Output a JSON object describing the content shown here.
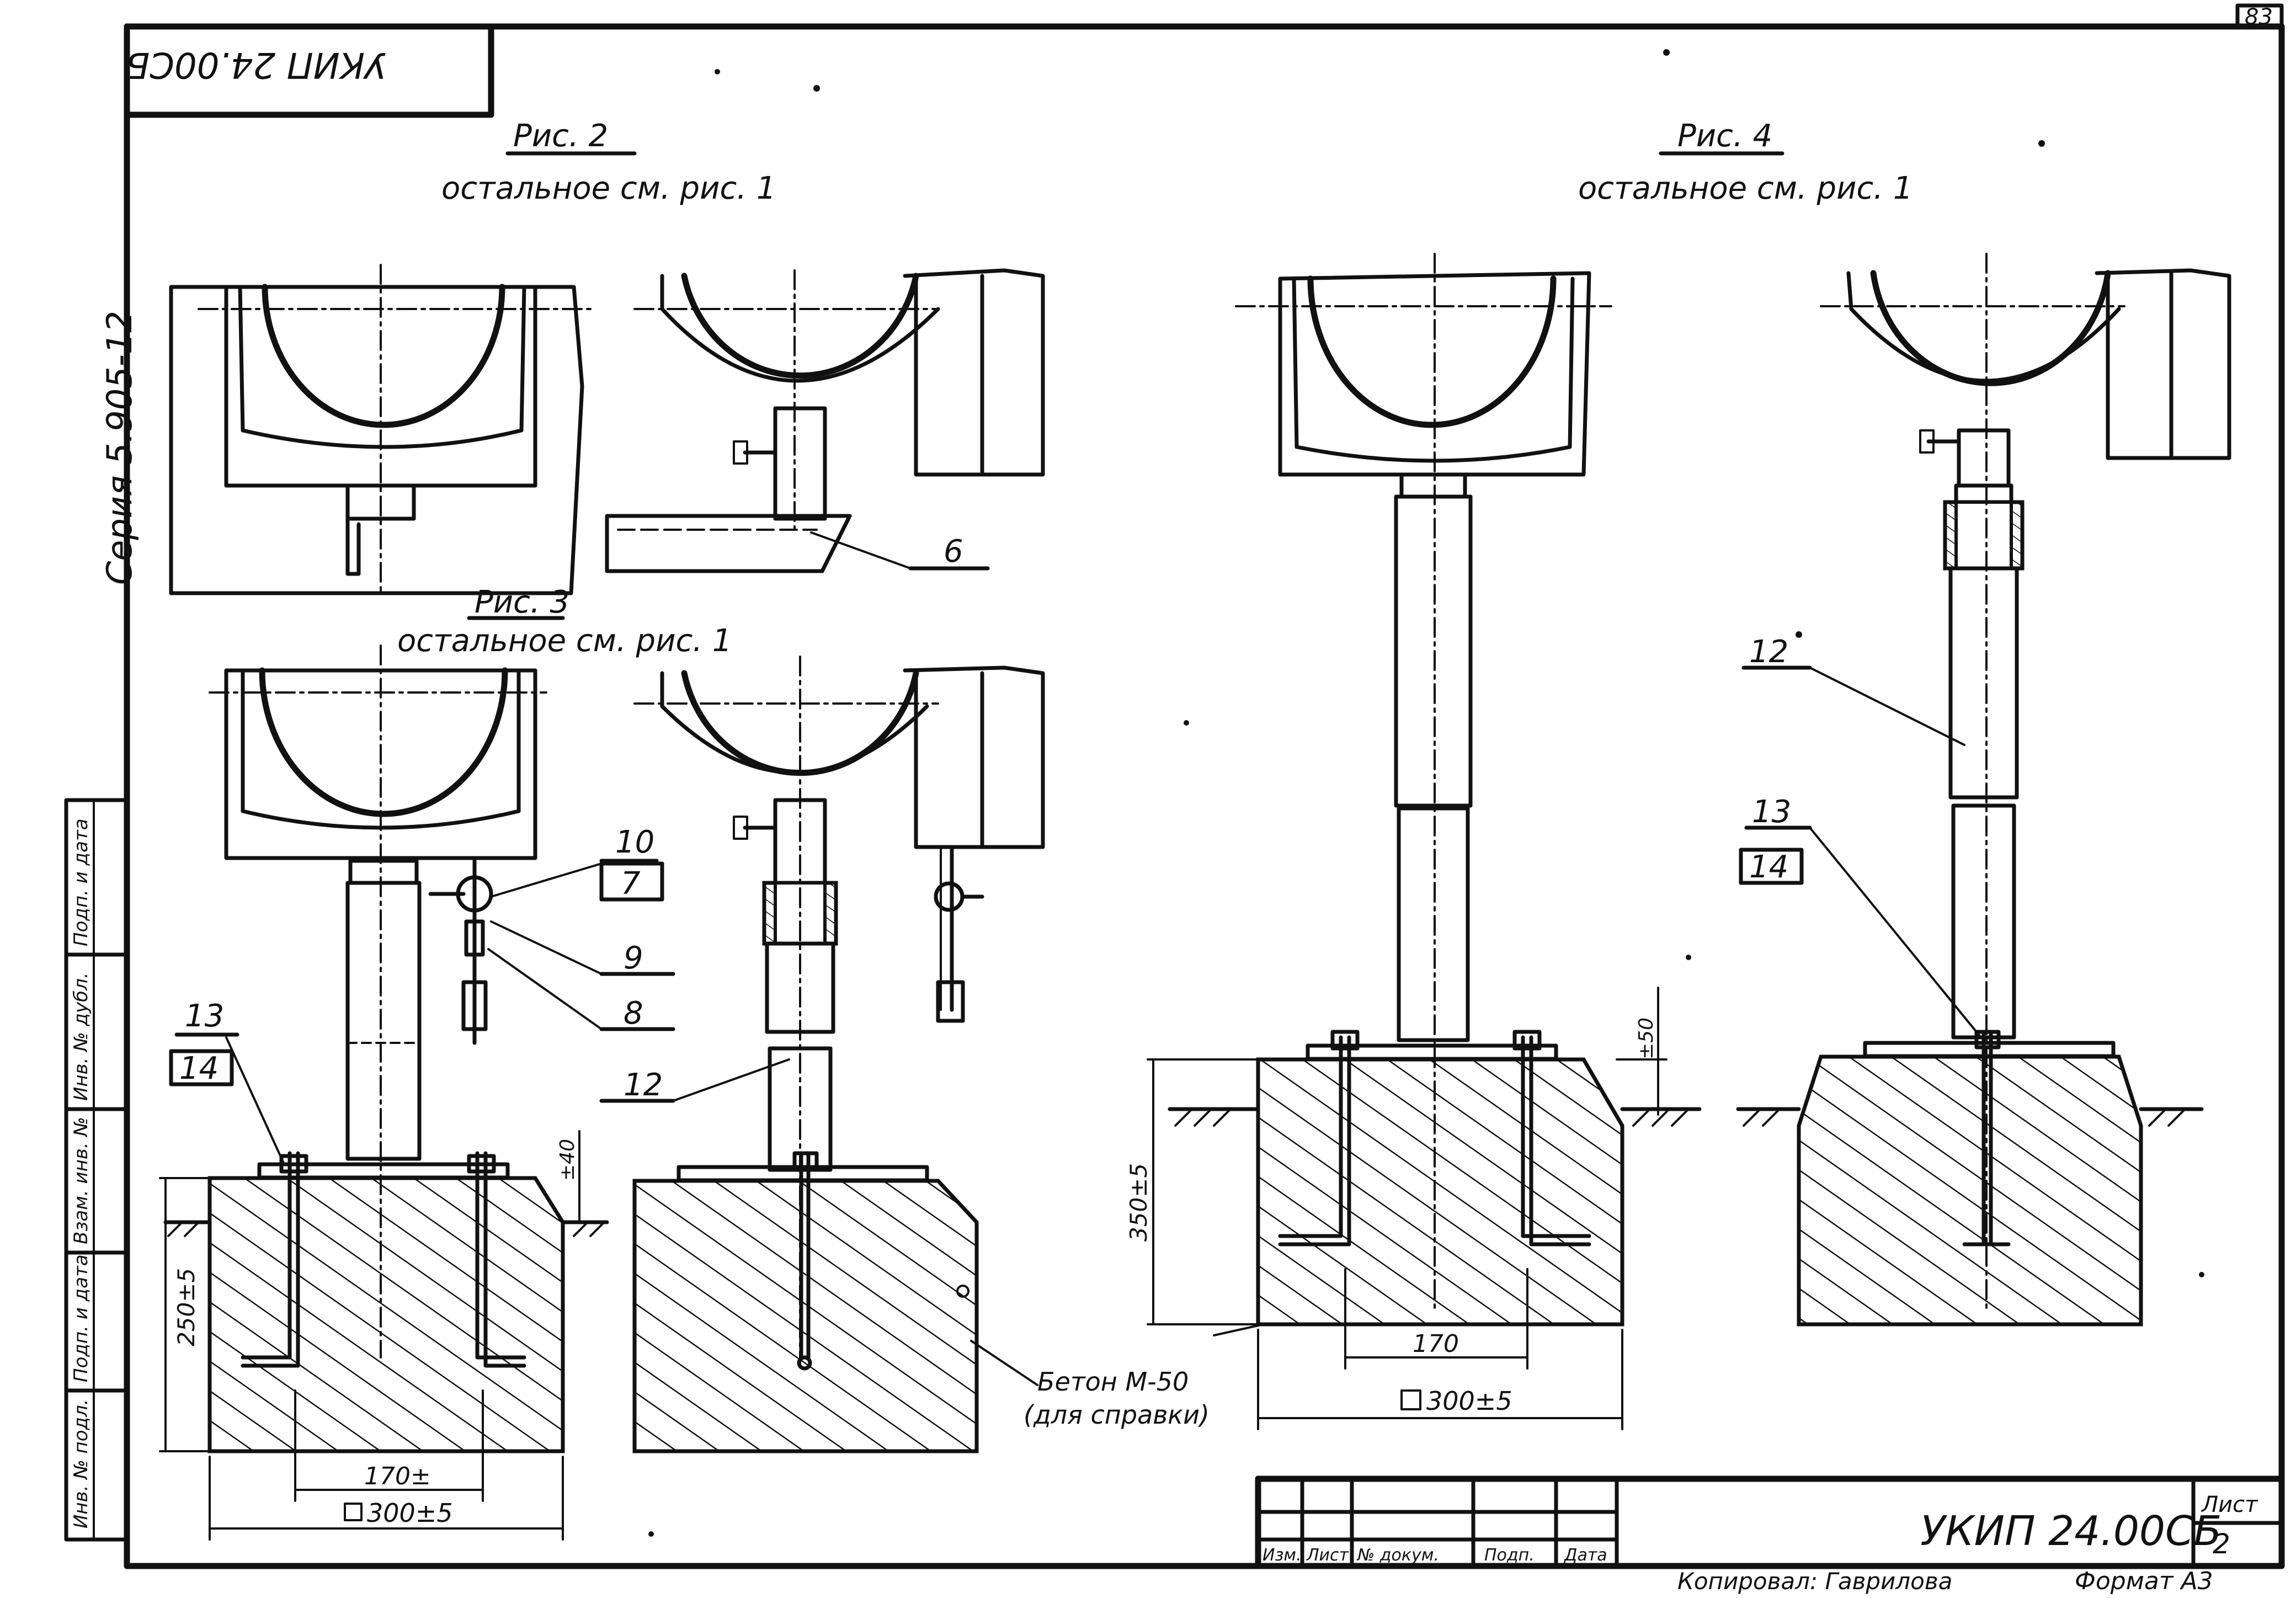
{
  "sheet": {
    "corner_top_left": "УКИП 24.00СБ",
    "page_top_right": "83",
    "series": "Серия 5.905-12"
  },
  "figures": {
    "fig2_title": "Рис. 2",
    "fig2_note": "остальное см. рис. 1",
    "fig3_title": "Рис. 3",
    "fig3_note": "остальное см. рис. 1",
    "fig4_title": "Рис. 4",
    "fig4_note": "остальное см. рис. 1"
  },
  "callouts": {
    "p6": "6",
    "p7": "7",
    "p8": "8",
    "p9": "9",
    "p10": "10",
    "p12_left": "12",
    "p12_right": "12",
    "p13_left": "13",
    "p14_left": "14",
    "p13_right": "13",
    "p14_right": "14"
  },
  "dimensions": {
    "fig3_base": "300±5",
    "fig3_bolts": "170±",
    "fig3_depth": "250±5",
    "fig3_top": "±40",
    "fig4_base": "300±5",
    "fig4_bolts": "170",
    "fig4_depth": "350±5",
    "fig4_top": "±50"
  },
  "notes": {
    "concrete_line1": "Бетон М-50",
    "concrete_line2": "(для справки)"
  },
  "side_stamp": {
    "cells": [
      "Инв. № подл.",
      "Подп. и дата",
      "Взам. инв. №",
      "Инв. № дубл.",
      "Подп. и дата"
    ]
  },
  "title_block": {
    "headers": [
      "Изм.",
      "Лист",
      "№ докум.",
      "Подп.",
      "Дата"
    ],
    "doc_code": "УКИП 24.00СБ",
    "sheet_label": "Лист",
    "sheet_number": "2",
    "copied_by": "Копировал: Гаврилова",
    "format": "Формат А3"
  }
}
